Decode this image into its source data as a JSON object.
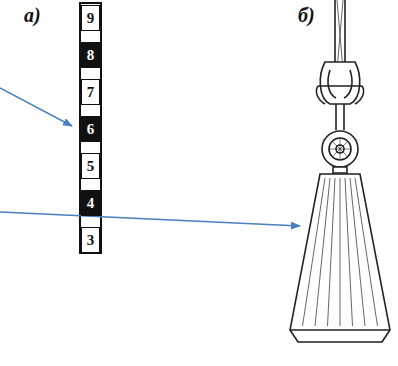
{
  "diagram": {
    "labels": [
      "а)",
      "9",
      "8",
      "7",
      "6",
      "5",
      "4",
      "3",
      "б)"
    ]
  }
}
